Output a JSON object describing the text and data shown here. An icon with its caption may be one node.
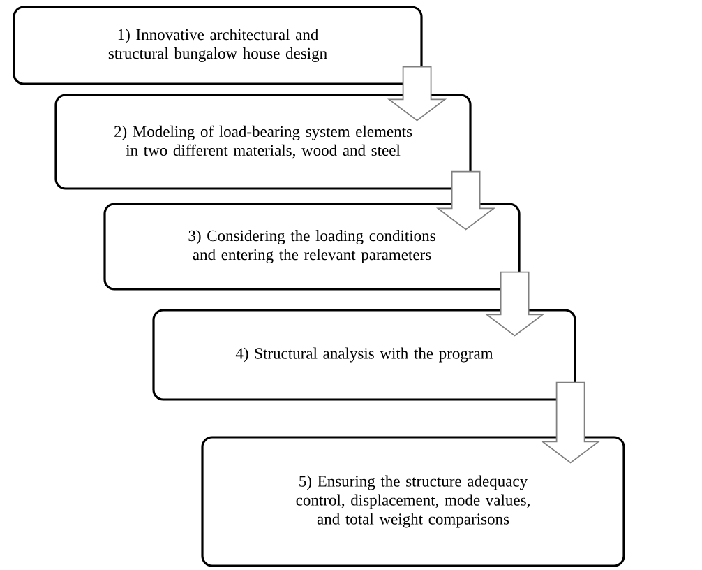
{
  "diagram": {
    "nodes": [
      {
        "text": [
          "1) Innovative architectural and structural bungalow house design"
        ]
      },
      {
        "text": [
          "2) Modeling of load-bearing system elements in two different materials, wood and steel"
        ]
      },
      {
        "text": [
          "3) Considering the loading conditions and entering the relevant parameters"
        ]
      },
      {
        "text": [
          "4) Structural analysis with the program"
        ]
      },
      {
        "text": [
          "5) Ensuring the structure adequacy control, displacement, mode values, and total weight comparisons"
        ]
      }
    ],
    "edges": [
      {
        "from": 0,
        "to": 1,
        "arrow": "to"
      },
      {
        "from": 1,
        "to": 2,
        "arrow": "to"
      },
      {
        "from": 2,
        "to": 3,
        "arrow": "to"
      },
      {
        "from": 3,
        "to": 4,
        "arrow": "to"
      }
    ]
  }
}
